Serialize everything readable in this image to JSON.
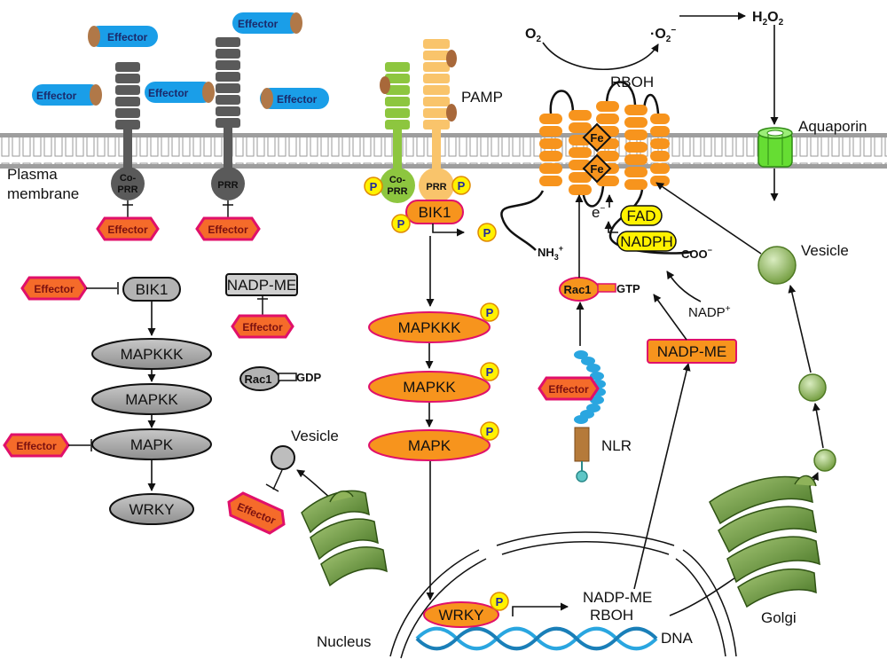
{
  "labels": {
    "effector": "Effector",
    "plasma_membrane_line1": "Plasma",
    "plasma_membrane_line2": "membrane",
    "co_prr_line1": "Co-",
    "co_prr_line2": "PRR",
    "prr": "PRR",
    "pamp": "PAMP",
    "bik1": "BIK1",
    "p": "P",
    "o2": "O",
    "o2_sub": "2",
    "superoxide": "·O",
    "superoxide_sub": "2",
    "superoxide_sup": "−",
    "h2o2_h": "H",
    "h2o2_sub1": "2",
    "h2o2_o": "O",
    "h2o2_sub2": "2",
    "rboh": "RBOH",
    "aquaporin": "Aquaporin",
    "fe": "Fe",
    "electron": "e",
    "electron_sup": "−",
    "fad": "FAD",
    "nadph": "NADPH",
    "coo": "COO",
    "coo_sup": "−",
    "nh3": "NH",
    "nh3_sub": "3",
    "nh3_sup": "+",
    "rac1": "Rac1",
    "gtp": "GTP",
    "gdp": "GDP",
    "nadp_plus": "NADP",
    "nadp_plus_sup": "+",
    "nadp_me": "NADP-ME",
    "mapkkk": "MAPKKK",
    "mapkk": "MAPKK",
    "mapk": "MAPK",
    "wrky": "WRKY",
    "nlr": "NLR",
    "vesicle": "Vesicle",
    "nucleus": "Nucleus",
    "dna": "DNA",
    "golgi": "Golgi",
    "gene_line1": "NADP-ME",
    "gene_line2": "RBOH"
  },
  "colors": {
    "effector_blue": "#1a9ee8",
    "effector_red_fill": "#f56b2a",
    "effector_red_border": "#e0106a",
    "receptor_gray": "#5a5a5a",
    "coprr_green": "#8dc63f",
    "prr_yellow": "#f9c46b",
    "active_orange": "#f7941d",
    "p_yellow": "#fff200",
    "inactive_gray": "#b3b3b3",
    "fad_yellow": "#fff200",
    "golgi_green": "#5f8a2e",
    "dna_blue": "#2aa6e0",
    "aquaporin_green": "#66dd33"
  }
}
